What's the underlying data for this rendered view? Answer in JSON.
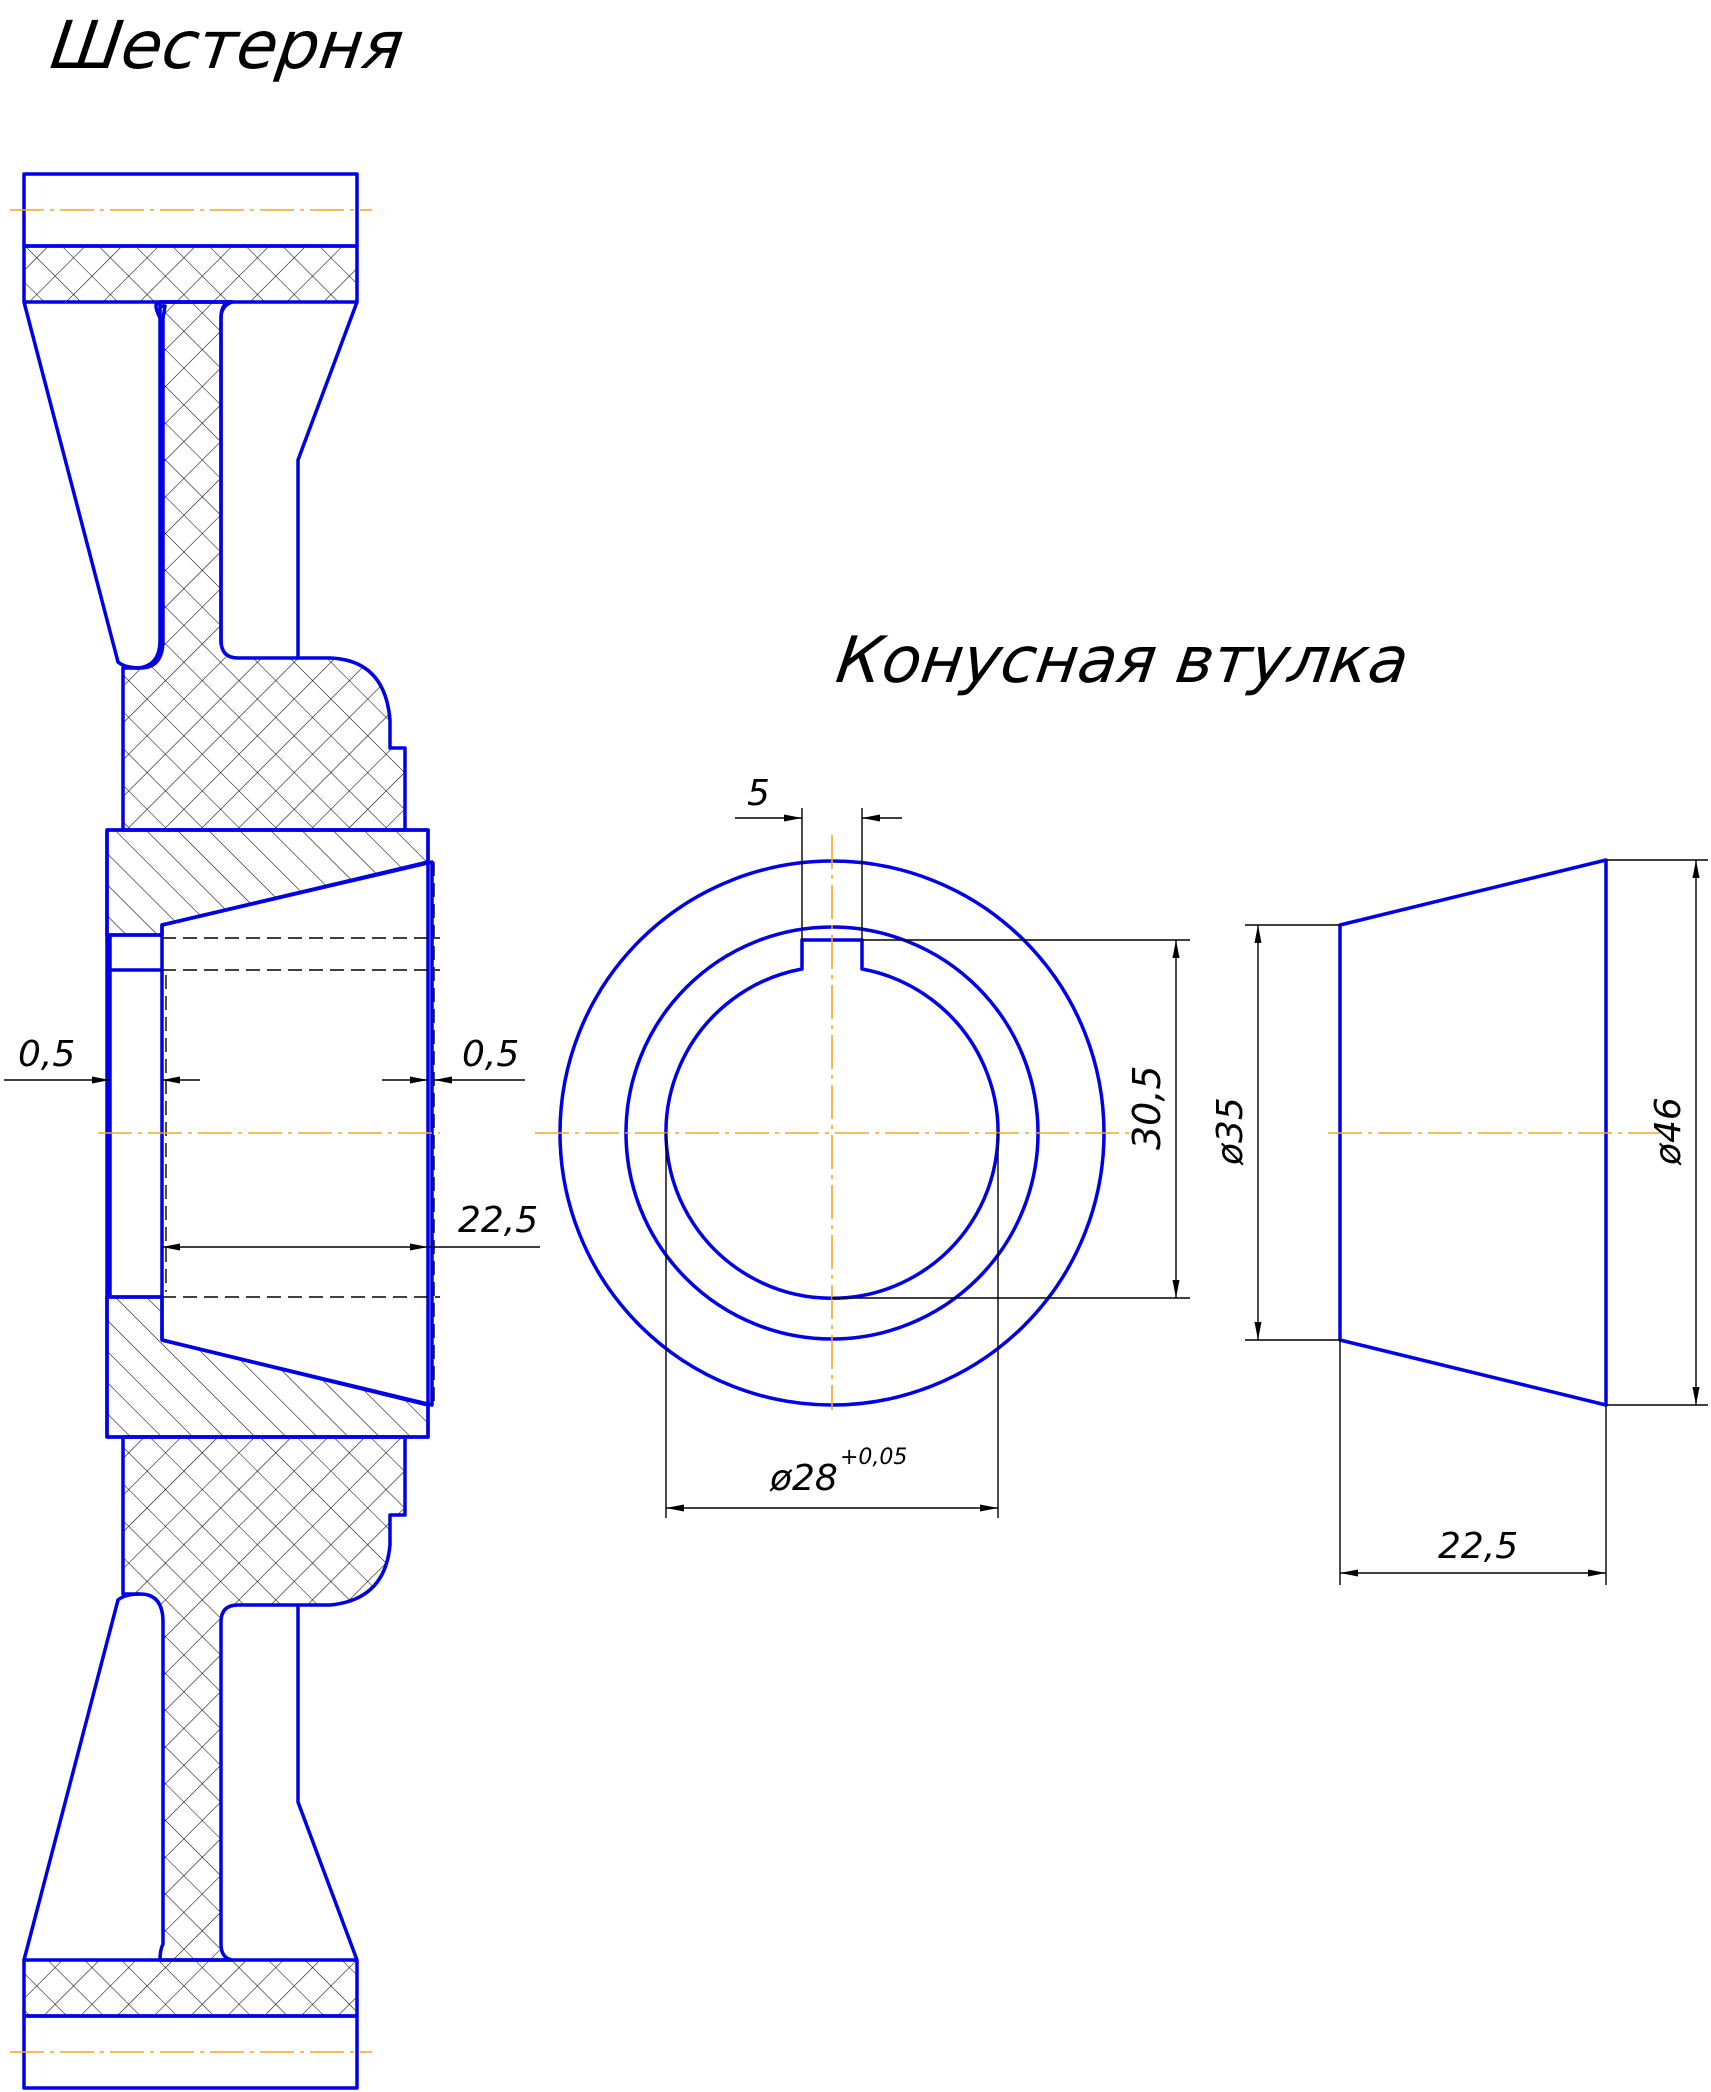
{
  "titles": {
    "gear": "Шестерня",
    "bushing": "Конусная втулка"
  },
  "dimensions": {
    "gear_clearance_left": "0,5",
    "gear_clearance_right": "0,5",
    "gear_bushing_length": "22,5",
    "key_width": "5",
    "keyway_depth": "30,5",
    "bore_diameter": "ø28",
    "bore_tolerance": "+0,05",
    "bushing_small_diameter": "ø35",
    "bushing_large_diameter": "ø46",
    "bushing_length": "22,5"
  },
  "colors": {
    "contour": "#0000e6",
    "axis": "#f5a623",
    "dimension": "#000000"
  }
}
